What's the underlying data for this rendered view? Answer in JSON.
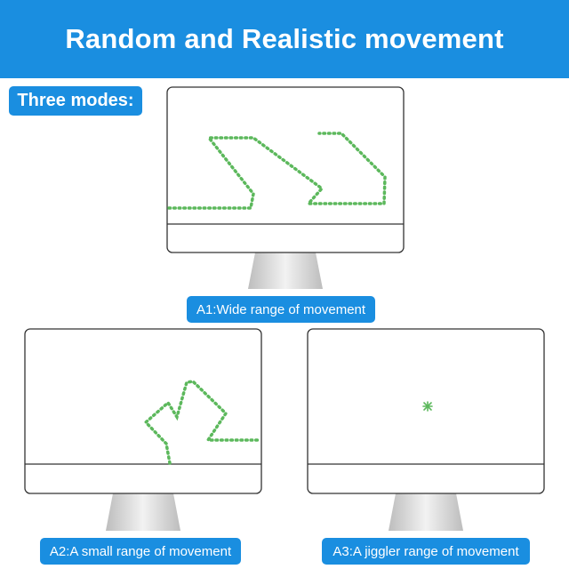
{
  "header": {
    "title": "Random and Realistic movement"
  },
  "modes_label": "Three modes:",
  "modes": [
    {
      "id": "A1",
      "label": "A1:Wide range of movement",
      "icon": "monitor-icon"
    },
    {
      "id": "A2",
      "label": "A2:A small range of movement",
      "icon": "monitor-icon"
    },
    {
      "id": "A3",
      "label": "A3:A jiggler range of movement",
      "icon": "monitor-icon"
    }
  ],
  "colors": {
    "accent": "#1a8ee0",
    "trail": "#5cb85c",
    "outline": "#333333",
    "stand": "#d9d9d9"
  }
}
